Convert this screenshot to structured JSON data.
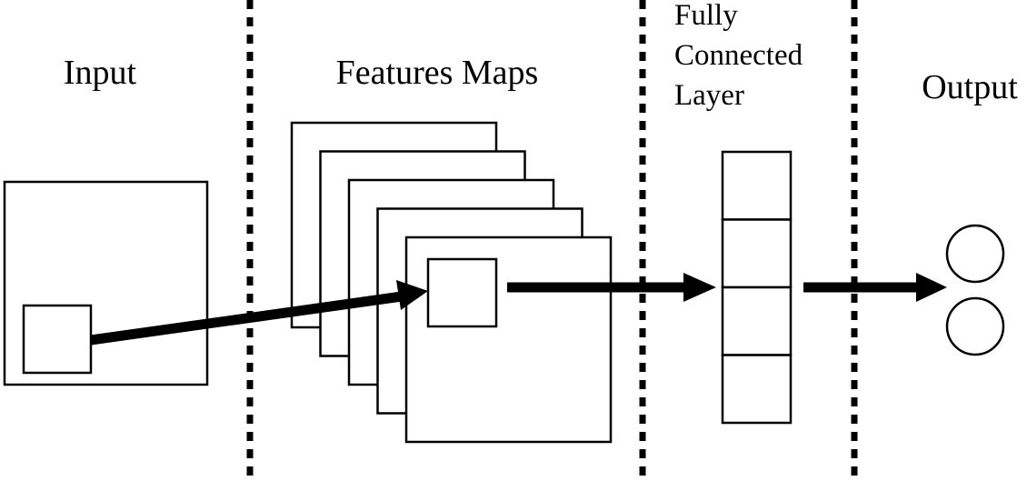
{
  "labels": {
    "input": "Input",
    "feature_maps": "Features Maps",
    "fully_connected": [
      "Fully",
      "Connected",
      "Layer"
    ],
    "output": "Output"
  },
  "diagram": {
    "feature_map_count": 5,
    "fc_cell_count": 4,
    "output_node_count": 2,
    "colors": {
      "stroke": "#000000",
      "fill": "#ffffff",
      "background": "#ffffff"
    }
  }
}
